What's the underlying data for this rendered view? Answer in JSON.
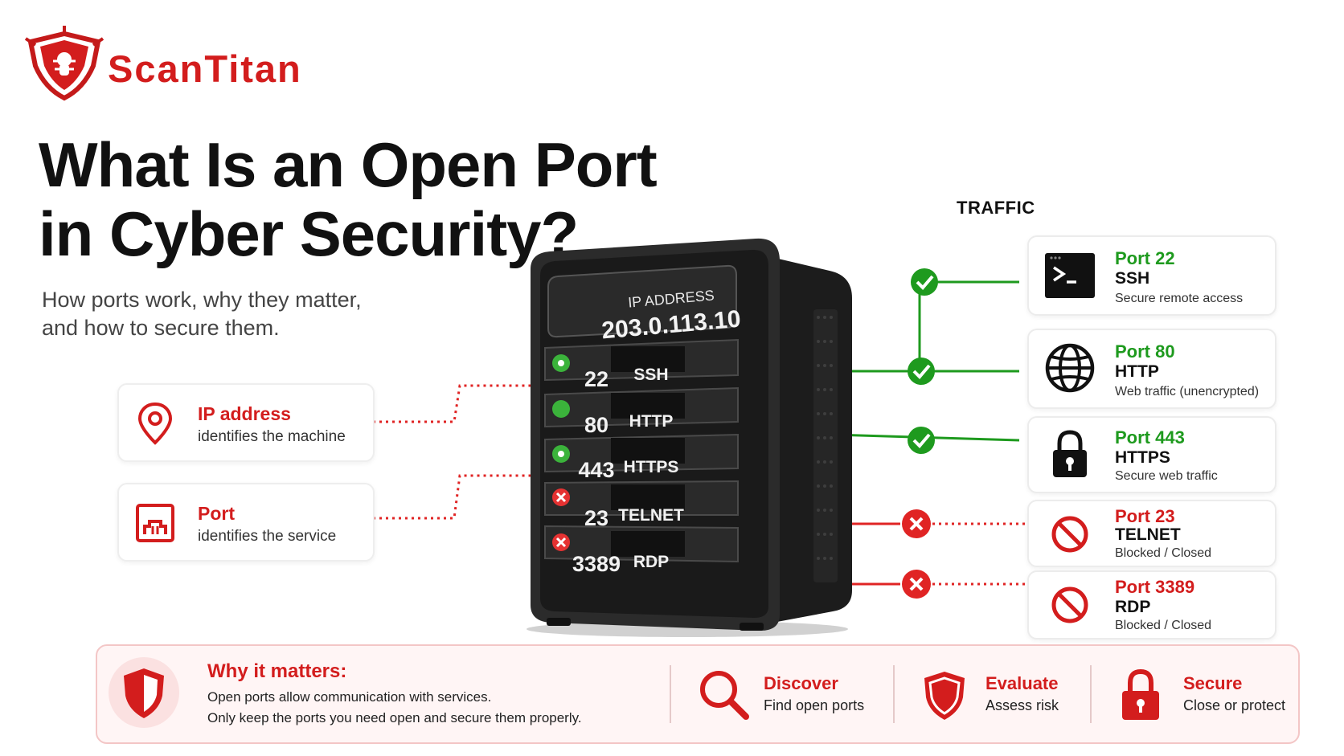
{
  "brand": {
    "name": "ScanTitan",
    "color": "#d31d1d"
  },
  "heading": {
    "title_line1": "What Is an Open Port",
    "title_line2": "in Cyber Security?",
    "subtitle_line1": "How ports work, why they matter,",
    "subtitle_line2": "and how to secure them."
  },
  "info_cards": [
    {
      "title": "IP address",
      "desc": "identifies the machine",
      "icon": "location-pin-icon"
    },
    {
      "title": "Port",
      "desc": "identifies the service",
      "icon": "port-socket-icon"
    }
  ],
  "server": {
    "ip_label": "IP ADDRESS",
    "ip_value": "203.0.113.10",
    "slots": [
      {
        "number": "22",
        "service": "SSH",
        "status": "open"
      },
      {
        "number": "80",
        "service": "HTTP",
        "status": "open"
      },
      {
        "number": "443",
        "service": "HTTPS",
        "status": "open"
      },
      {
        "number": "23",
        "service": "TELNET",
        "status": "closed"
      },
      {
        "number": "3389",
        "service": "RDP",
        "status": "closed"
      }
    ]
  },
  "traffic": {
    "label": "TRAFFIC",
    "ports": [
      {
        "port": "Port 22",
        "name": "SSH",
        "desc": "Secure remote access",
        "status": "allowed",
        "icon": "terminal-icon"
      },
      {
        "port": "Port 80",
        "name": "HTTP",
        "desc": "Web traffic (unencrypted)",
        "status": "allowed",
        "icon": "globe-icon"
      },
      {
        "port": "Port 443",
        "name": "HTTPS",
        "desc": "Secure web traffic",
        "status": "allowed",
        "icon": "padlock-icon"
      },
      {
        "port": "Port 23",
        "name": "TELNET",
        "desc": "Blocked / Closed",
        "status": "blocked",
        "icon": "blocked-icon"
      },
      {
        "port": "Port 3389",
        "name": "RDP",
        "desc": "Blocked / Closed",
        "status": "blocked",
        "icon": "blocked-icon"
      }
    ]
  },
  "why": {
    "title": "Why it matters:",
    "line1": "Open ports allow communication with services.",
    "line2": "Only keep the ports you need open and secure them properly.",
    "steps": [
      {
        "title": "Discover",
        "desc": "Find open ports",
        "icon": "magnifier-icon"
      },
      {
        "title": "Evaluate",
        "desc": "Assess risk",
        "icon": "shield-icon"
      },
      {
        "title": "Secure",
        "desc": "Close or protect",
        "icon": "padlock-icon"
      }
    ]
  },
  "colors": {
    "open": "#1e9a1e",
    "blocked": "#e02424",
    "server": "#222222"
  }
}
